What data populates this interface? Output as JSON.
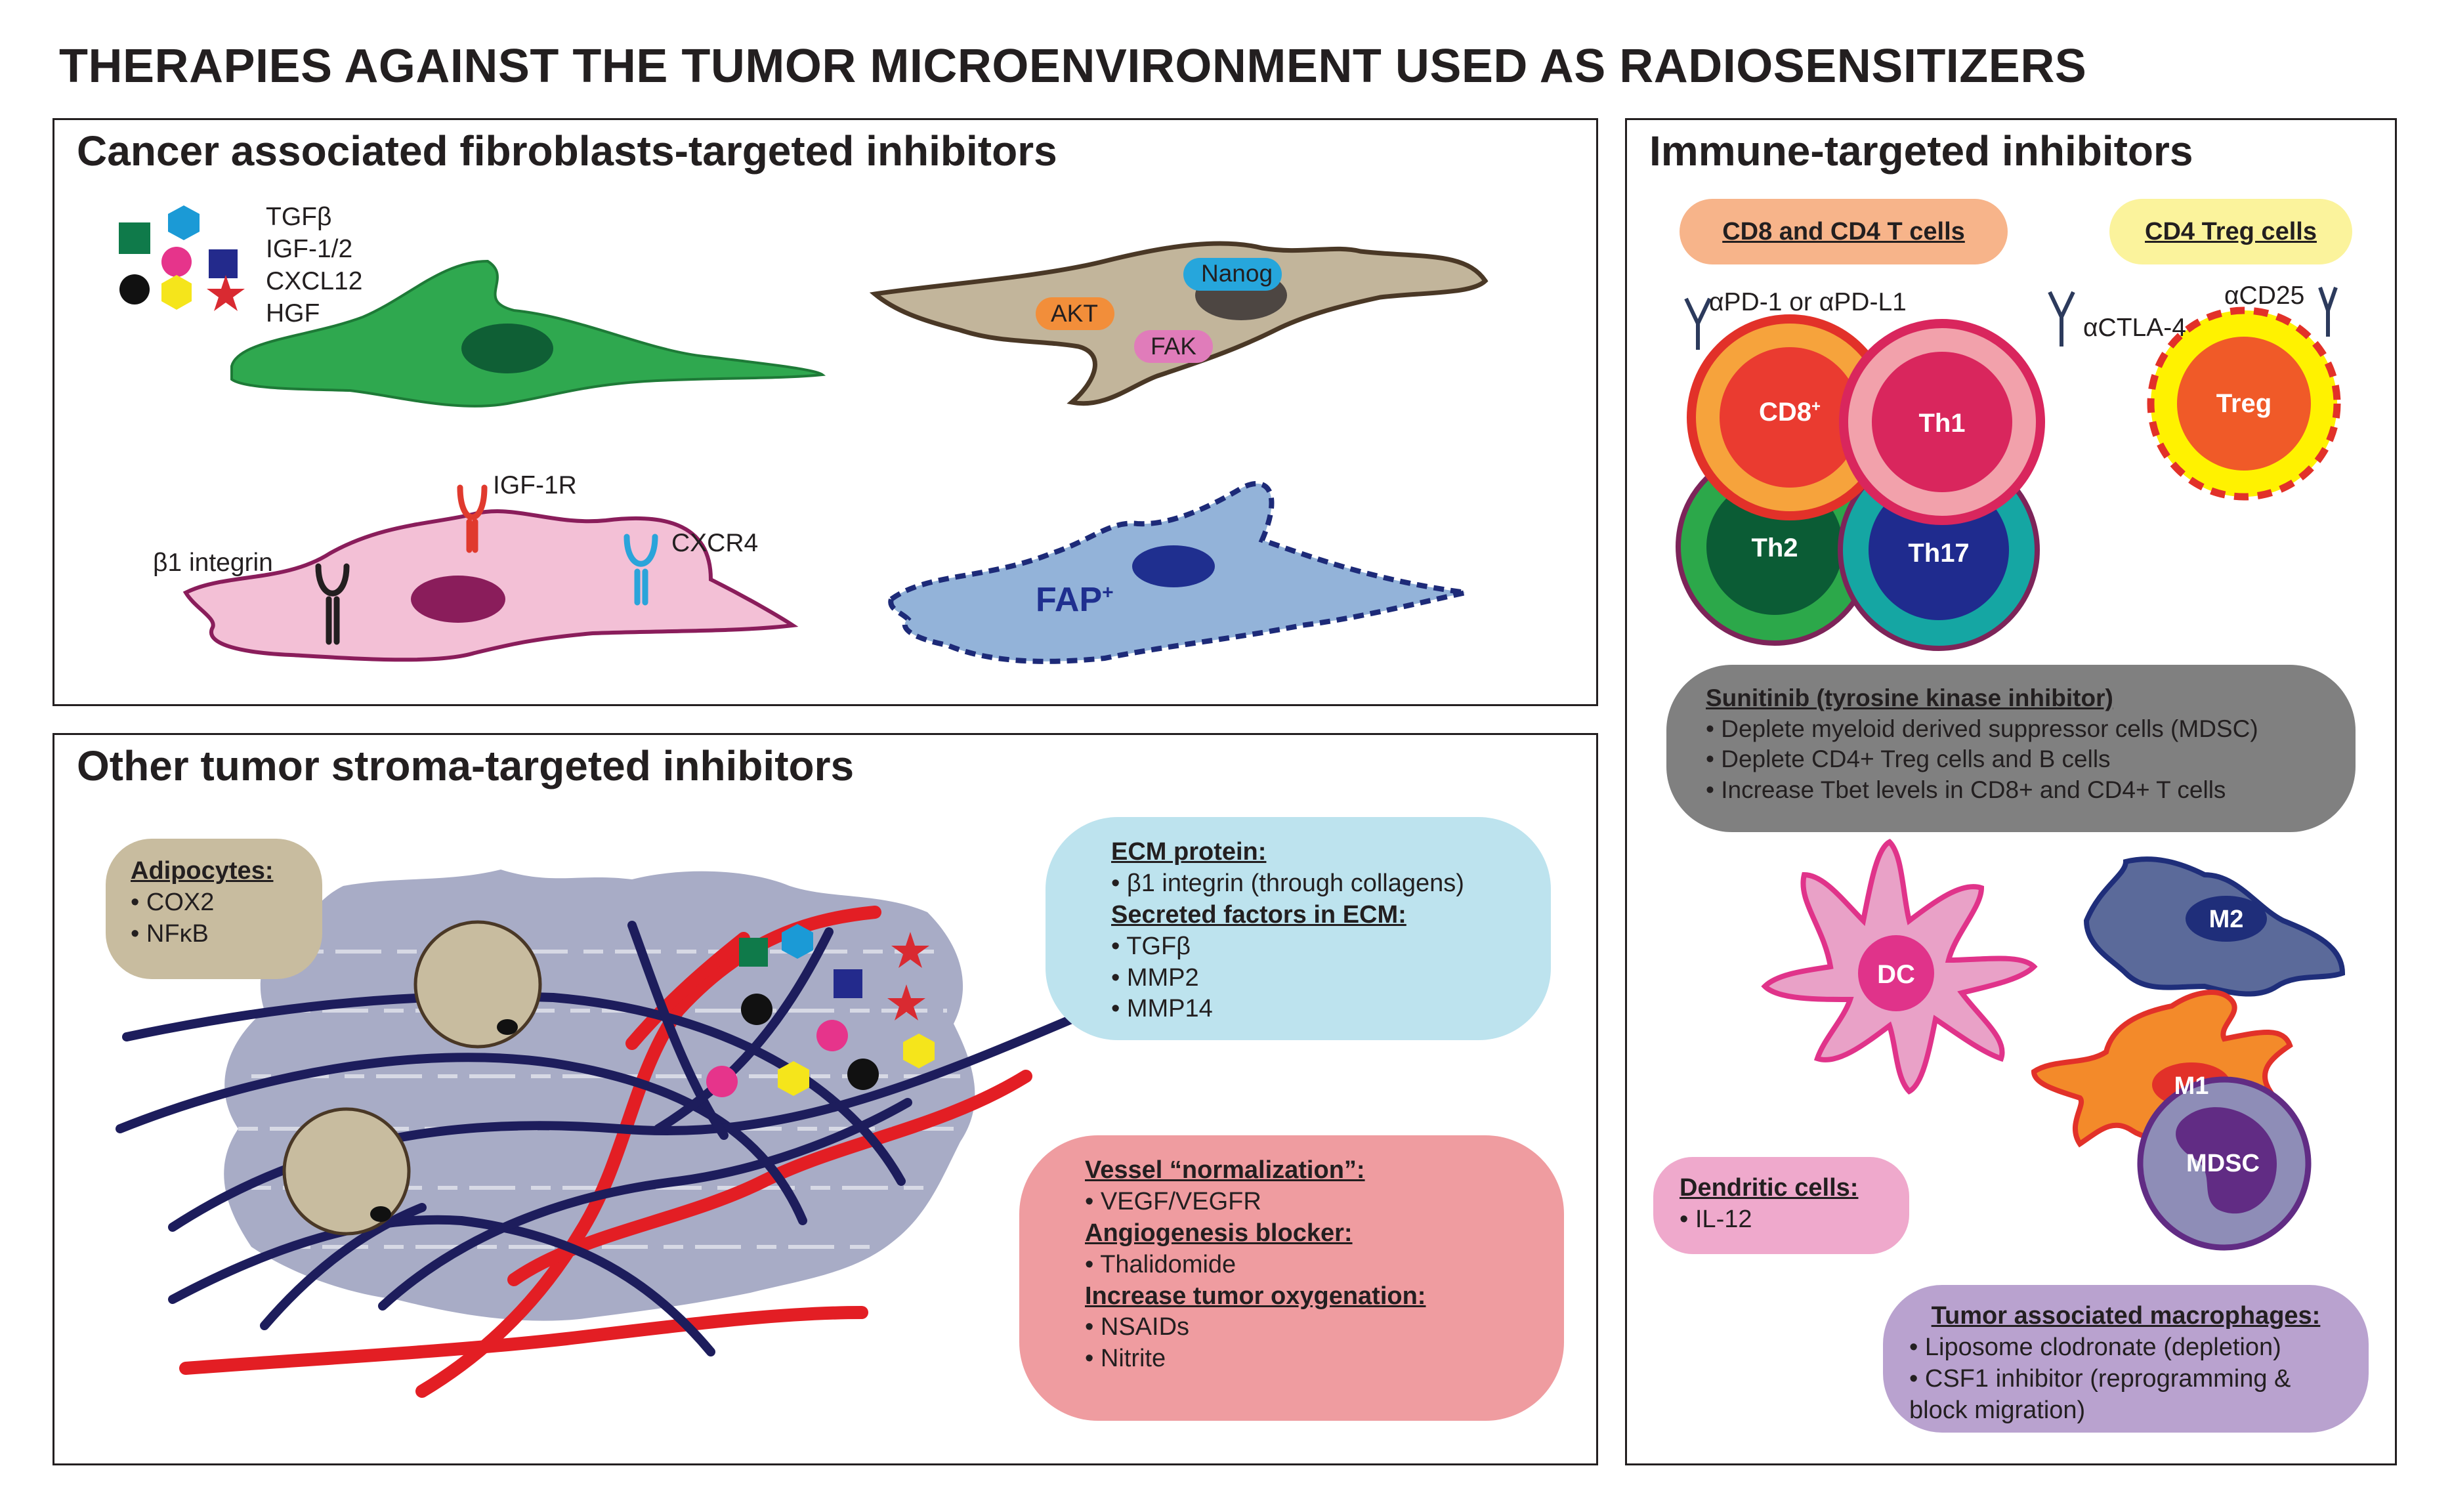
{
  "title": "THERAPIES AGAINST THE TUMOR MICROENVIRONMENT USED AS RADIOSENSITIZERS",
  "caf_panel": {
    "title": "Cancer associated fibroblasts-targeted inhibitors",
    "legend": [
      "TGFβ",
      "IGF-1/2",
      "CXCL12",
      "HGF"
    ],
    "brown_cell_labels": {
      "akt": "AKT",
      "nanog": "Nanog",
      "fak": "FAK"
    },
    "receptors": {
      "igf1r": "IGF-1R",
      "b1_integrin": "β1 integrin",
      "cxcr4": "CXCR4"
    },
    "fap_label": "FAP",
    "fap_sup": "+"
  },
  "stroma_panel": {
    "title": "Other tumor stroma-targeted inhibitors",
    "adipocytes": {
      "heading": "Adipocytes:",
      "items": [
        "COX2",
        "NFκB"
      ]
    },
    "ecm": {
      "heading1": "ECM protein:",
      "items1": [
        "β1 integrin (through collagens)"
      ],
      "heading2": "Secreted factors in ECM:",
      "items2": [
        "TGFβ",
        "MMP2",
        "MMP14"
      ]
    },
    "vessel": {
      "heading1": "Vessel “normalization”:",
      "items1": [
        "VEGF/VEGFR"
      ],
      "heading2": "Angiogenesis blocker:",
      "items2": [
        "Thalidomide"
      ],
      "heading3": "Increase tumor oxygenation:",
      "items3": [
        "NSAIDs",
        "Nitrite"
      ]
    }
  },
  "immune_panel": {
    "title": "Immune-targeted inhibitors",
    "tcell_pill": "CD8 and CD4 T cells",
    "treg_pill": "CD4 Treg cells",
    "antibodies": {
      "pd1": "αPD-1 or αPD-L1",
      "ctla4": "αCTLA-4",
      "cd25": "αCD25"
    },
    "cells": {
      "cd8": "CD8",
      "cd8_sup": "+",
      "th1": "Th1",
      "th2": "Th2",
      "th17": "Th17",
      "treg": "Treg",
      "dc": "DC",
      "m2": "M2",
      "m1": "M1",
      "mdsc": "MDSC"
    },
    "sunitinib": {
      "heading": "Sunitinib (tyrosine kinase inhibitor)",
      "items": [
        "Deplete myeloid derived suppressor cells (MDSC)",
        "Deplete CD4+ Treg cells and B cells",
        "Increase Tbet levels in CD8+ and CD4+ T cells"
      ]
    },
    "dendritic": {
      "heading": "Dendritic cells:",
      "items": [
        "IL-12"
      ]
    },
    "tam": {
      "heading": "Tumor associated macrophages:",
      "items": [
        "Liposome clodronate (depletion)",
        "CSF1 inhibitor (reprogramming & block migration)"
      ]
    }
  },
  "colors": {
    "green_cell": "#2fa84f",
    "brown_cell": "#c2b59b",
    "pink_cell": "#f3c0d6",
    "fap_cell": "#93b3d9",
    "adipocyte_box": "#c8bc9f",
    "ecm_box": "#bde3ee",
    "vessel_box": "#ef9ca0",
    "tcell_pill": "#f7b48a",
    "treg_pill": "#fbf39c",
    "sunitinib_box": "#808080",
    "dendritic_box": "#efa9cc",
    "tam_box": "#b9a2cf",
    "vessel_red": "#e31e24",
    "fiber_navy": "#1d1d5c"
  }
}
